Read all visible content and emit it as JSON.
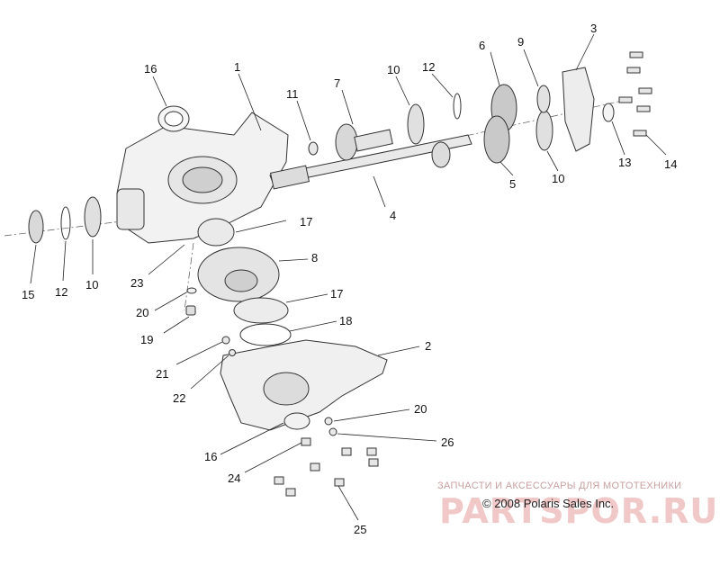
{
  "diagram": {
    "watermark_line": "ЗАПЧАСТИ И АКСЕССУАРЫ ДЛЯ МОТОТЕХНИКИ",
    "copyright": "© 2008 Polaris Sales Inc.",
    "brand": "PARTSPOR.RU",
    "callouts": [
      "16",
      "1",
      "11",
      "7",
      "10",
      "12",
      "6",
      "9",
      "3",
      "17",
      "4",
      "13",
      "14",
      "5",
      "10",
      "15",
      "12",
      "10",
      "23",
      "8",
      "20",
      "17",
      "19",
      "18",
      "2",
      "21",
      "22",
      "20",
      "26",
      "16",
      "24",
      "25"
    ]
  }
}
